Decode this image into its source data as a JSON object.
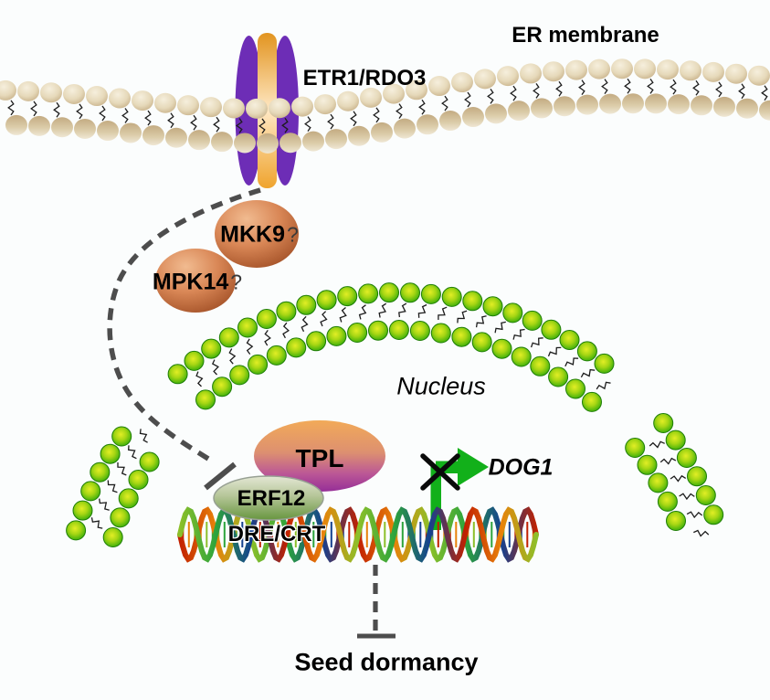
{
  "labels": {
    "er_membrane": "ER membrane",
    "receptor": "ETR1/RDO3",
    "mkk9": "MKK9",
    "mkk9_question": "?",
    "mpk14": "MPK14",
    "mpk14_question": "?",
    "nucleus": "Nucleus",
    "tpl": "TPL",
    "erf12": "ERF12",
    "dna_element": "DRE/CRT",
    "gene": "DOG1",
    "outcome": "Seed dormancy"
  },
  "colors": {
    "background": "#fbfdfd",
    "er_head_light": "#f6efdd",
    "er_head_mid": "#e6d9ba",
    "er_head_dark": "#c3ab82",
    "nuclear_head_center": "#e2ee25",
    "nuclear_head_mid": "#a6d614",
    "nuclear_head_edge": "#2f9d06",
    "nuclear_head_stroke": "#1d7d06",
    "receptor_purple": "#6d2db6",
    "receptor_orange_dark": "#e2941f",
    "receptor_orange_light": "#ffe8c4",
    "kinase_light": "#f1bb90",
    "kinase_mid": "#d98756",
    "kinase_dark": "#8e3c15",
    "tpl_top": "#f2aa58",
    "tpl_mid": "#dd9070",
    "tpl_bottom": "#952e97",
    "erf12_top": "#e3e7d4",
    "erf12_mid": "#b6c699",
    "erf12_bottom": "#67963f",
    "arrow_green": "#12b01a",
    "inhibit_gray": "#4d4d4d",
    "tail_black": "#1c1c1c",
    "x_black": "#0a0a0a",
    "dna_colors": [
      "#c22100",
      "#e8820a",
      "#8cc02a",
      "#2da43c",
      "#15418f"
    ],
    "text": "#000000"
  }
}
